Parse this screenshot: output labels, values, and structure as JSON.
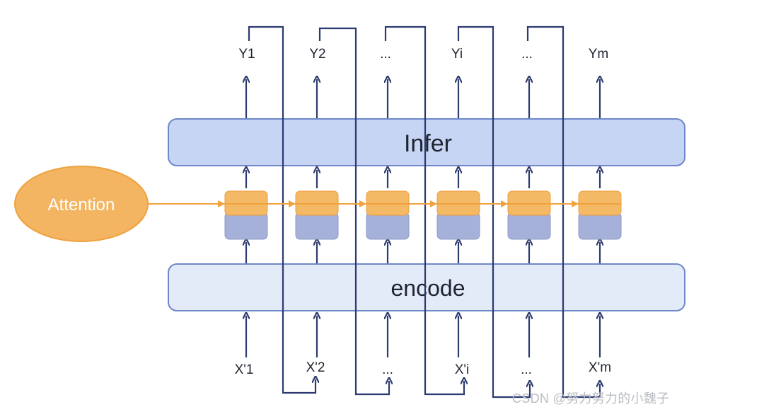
{
  "diagram": {
    "infer_label": "Infer",
    "encode_label": "encode",
    "attention_label": "Attention",
    "outputs": [
      "Y1",
      "Y2",
      "...",
      "Yi",
      "...",
      "Ym"
    ],
    "inputs": [
      "X'1",
      "X'2",
      "...",
      "X'i",
      "...",
      "X'm"
    ]
  },
  "colors": {
    "infer_fill": "#c6d5f3",
    "encode_fill": "#e4ebf8",
    "box_stroke": "#6f87c9",
    "arrow": "#2e3c6e",
    "attention_fill": "#f3b561",
    "attention_stroke": "#f0a23f",
    "cell_top": "#f4b965",
    "cell_bottom": "#a6b1d9",
    "feedback": "#2c3a72"
  },
  "watermark": "CSDN @努力努力的小魏子"
}
